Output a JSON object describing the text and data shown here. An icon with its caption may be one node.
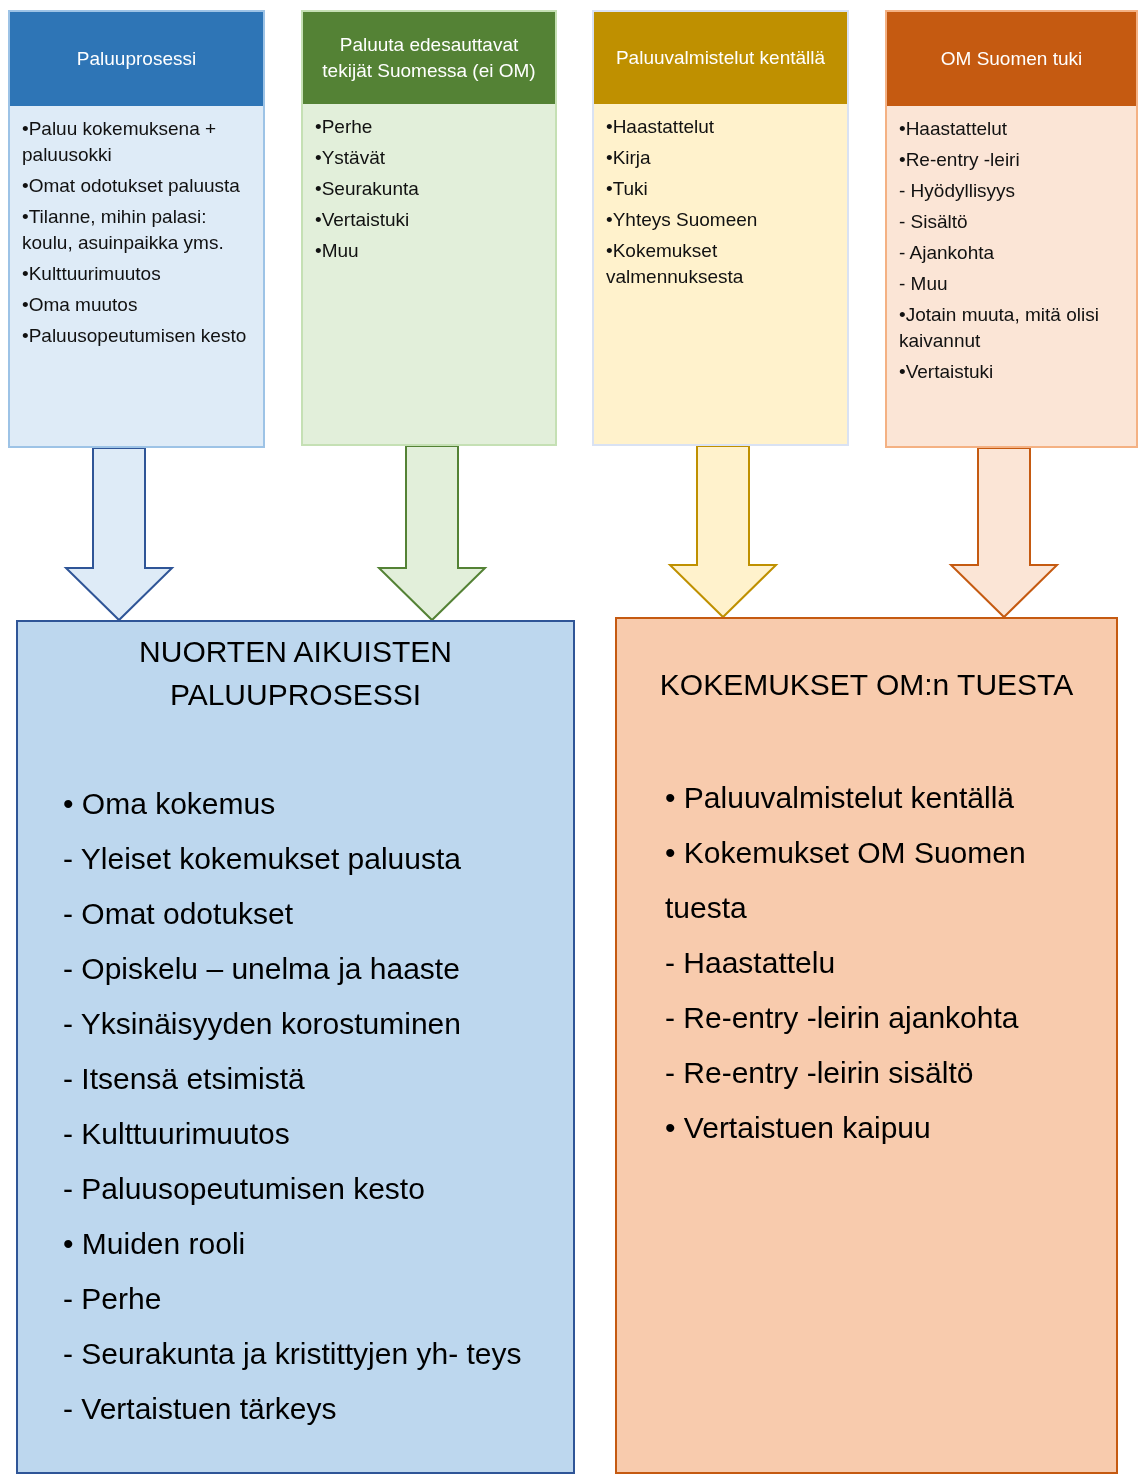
{
  "diagram": {
    "nodes": [
      {
        "text": [
          "Paluuprosessi",
          "•Paluu kokemuksena + paluusokki",
          "•Omat odotukset paluusta",
          "•Tilanne, mihin palasi: koulu, asuinpaikka yms.",
          "•Kulttuurimuutos",
          "•Oma muutos",
          "•Paluusopeutumisen kesto"
        ]
      },
      {
        "text": [
          "Paluuta edesauttavat tekijät Suomessa (ei OM)",
          "•Perhe",
          "•Ystävät",
          "•Seurakunta",
          "•Vertaistuki",
          "•Muu"
        ]
      },
      {
        "text": [
          "Paluuvalmistelut kentällä",
          "•Haastattelut",
          "•Kirja",
          "•Tuki",
          "•Yhteys Suomeen",
          "•Kokemukset valmennuksesta"
        ]
      },
      {
        "text": [
          "OM Suomen tuki",
          "•Haastattelut",
          "•Re-entry -leiri",
          "- Hyödyllisyys",
          "- Sisältö",
          "- Ajankohta",
          "- Muu",
          "•Jotain muuta, mitä olisi kaivannut",
          "•Vertaistuki"
        ]
      },
      {
        "text": [
          "NUORTEN AIKUISTEN PALUUPROSESSI",
          "• Oma kokemus",
          "- Yleiset kokemukset paluusta",
          "- Omat odotukset",
          "- Opiskelu – unelma ja haaste",
          "- Yksinäisyyden korostuminen",
          "- Itsensä etsimistä",
          "- Kulttuurimuutos",
          "- Paluusopeutumisen kesto",
          "• Muiden rooli",
          "- Perhe",
          "- Seurakunta ja kristittyjen yh- teys",
          "- Vertaistuen tärkeys"
        ]
      },
      {
        "text": [
          "KOKEMUKSET OM:n TUESTA",
          "• Paluuvalmistelut kentällä",
          "• Kokemukset OM Suomen tuesta",
          "- Haastattelu",
          "- Re-entry -leirin ajankohta",
          "- Re-entry -leirin sisältö",
          "• Vertaistuen kaipuu"
        ]
      }
    ],
    "edges": [
      {
        "from": 0,
        "to": 4,
        "arrow": "to",
        "color": "#2f5597"
      },
      {
        "from": 1,
        "to": 4,
        "arrow": "to",
        "color": "#548235"
      },
      {
        "from": 2,
        "to": 5,
        "arrow": "to",
        "color": "#bf9000"
      },
      {
        "from": 3,
        "to": 5,
        "arrow": "to",
        "color": "#c55a11"
      }
    ]
  }
}
